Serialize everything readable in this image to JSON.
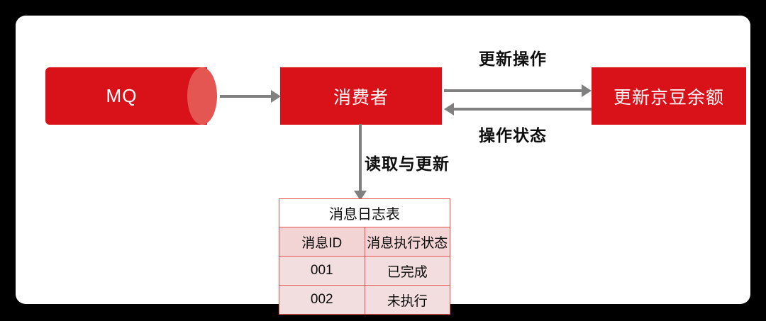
{
  "diagram": {
    "title": "MQ message consumption with message log table",
    "colors": {
      "node_red": "#d9121a",
      "cylinder_cap": "#e35652",
      "arrow_gray": "#808080",
      "table_border": "#e8504b",
      "table_header_bg": "#f3d4d4",
      "table_cell_bg": "#f2dede",
      "card_bg": "#ffffff",
      "page_bg": "#000000"
    },
    "nodes": [
      {
        "id": "mq",
        "label": "MQ",
        "shape": "cylinder"
      },
      {
        "id": "consumer",
        "label": "消费者",
        "shape": "rect"
      },
      {
        "id": "balance",
        "label": "更新京豆余额",
        "shape": "rect"
      }
    ],
    "edges": [
      {
        "id": "mq-to-consumer",
        "from": "mq",
        "to": "consumer",
        "label": "",
        "direction": "right"
      },
      {
        "id": "consumer-to-balance",
        "from": "consumer",
        "to": "balance",
        "label": "更新操作",
        "direction": "right"
      },
      {
        "id": "balance-to-consumer",
        "from": "balance",
        "to": "consumer",
        "label": "操作状态",
        "direction": "left"
      },
      {
        "id": "consumer-to-table",
        "from": "consumer",
        "to": "log-table",
        "label": "读取与更新",
        "direction": "down"
      }
    ],
    "table": {
      "title": "消息日志表",
      "headers": [
        "消息ID",
        "消息执行状态"
      ],
      "rows": [
        [
          "001",
          "已完成"
        ],
        [
          "002",
          "未执行"
        ]
      ]
    }
  }
}
